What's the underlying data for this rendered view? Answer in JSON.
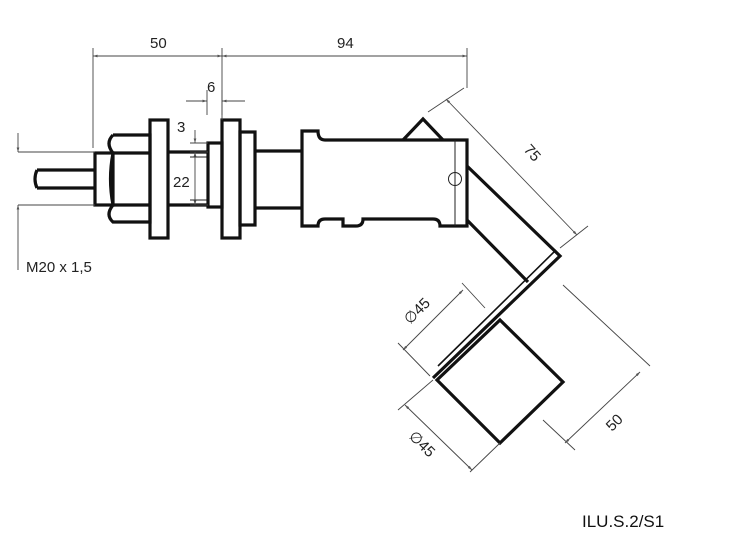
{
  "drawing": {
    "dimensions": {
      "overall_left": "50",
      "overall_right": "94",
      "flange_gap": "6",
      "step": "3",
      "bore": "22",
      "thread": "M20 x 1,5",
      "arm_length": "75",
      "float_height": "50",
      "float_diameter_upper": "∅45",
      "float_diameter_lower": "∅45"
    },
    "code": "ILU.S.2/S1",
    "colors": {
      "line": "#111111",
      "dimension": "#444444",
      "background": "#ffffff"
    }
  }
}
